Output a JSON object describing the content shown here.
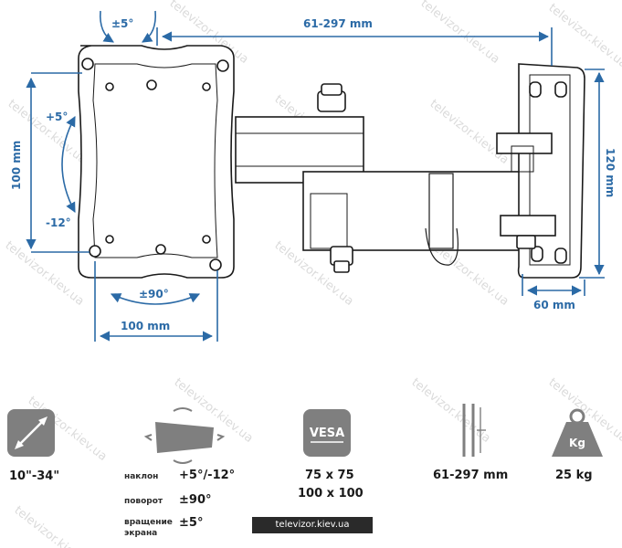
{
  "dimensions": {
    "tilt_top": "±5°",
    "depth_range": "61-297 mm",
    "tilt_up": "+5°",
    "tilt_down": "-12°",
    "vesa_height": "100 mm",
    "vesa_width": "100 mm",
    "rotation": "±90°",
    "wall_plate_height": "120 mm",
    "wall_plate_width": "60 mm"
  },
  "specs": {
    "screen_size": "10\"-34\"",
    "tilt_label": "наклон",
    "tilt_value": "+5°/-12°",
    "swivel_label": "поворот",
    "swivel_value": "±90°",
    "rotate_label_line1": "вращение",
    "rotate_label_line2": "экрана",
    "rotate_value": "±5°",
    "vesa_icon_text": "VESA",
    "vesa_1": "75 x 75",
    "vesa_2": "100 x 100",
    "depth": "61-297 mm",
    "weight_icon_text": "Kg",
    "load": "25 kg"
  },
  "watermark": "televizor.kiev.ua",
  "colors": {
    "dimension": "#2b6aa6",
    "icon_fill": "#7f7f7f",
    "bracket_stroke": "#1a1a1a"
  }
}
